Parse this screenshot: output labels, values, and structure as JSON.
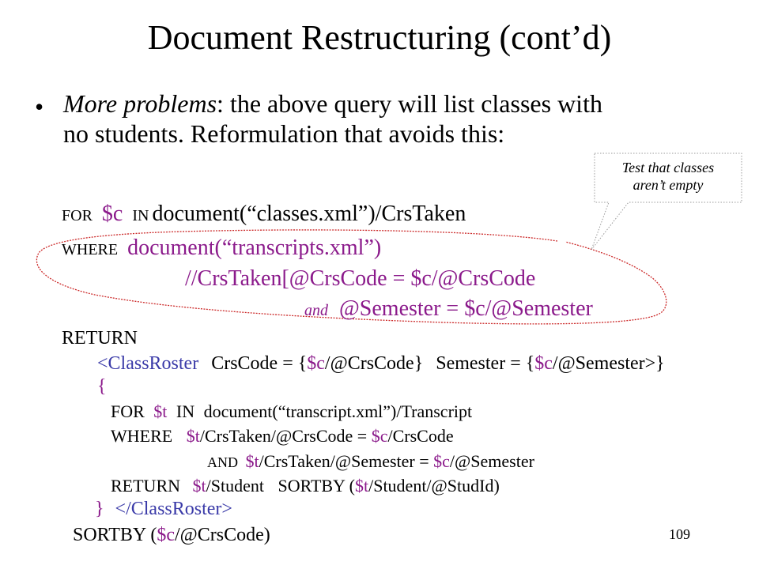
{
  "slide": {
    "title": "Document Restructuring (cont’d)",
    "bullet": {
      "marker": "•",
      "lead": "More problems",
      "rest1": ":  the above query will list classes with",
      "line2": "no students. Reformulation that avoids this:"
    },
    "callout": {
      "line1": "Test that classes",
      "line2": "aren’t empty"
    },
    "query": {
      "for_kw": "FOR",
      "for_var": "$c",
      "in_kw": "IN",
      "for_doc": "document(“classes.xml”)/CrsTaken",
      "where_kw": "WHERE",
      "where_doc": "document(“transcripts.xml”)",
      "where_path": "//CrsTaken[@CrsCode  =  $c/@CrsCode",
      "and_kw": "and",
      "and_expr": "@Semester  =  $c/@Semester",
      "return_kw": "RETURN",
      "roster_open_tag": "<ClassRoster",
      "attr1_name": "CrsCode = {",
      "attr1_var": "$c",
      "attr1_rest": "/@CrsCode}",
      "attr2_name": "Semester = {",
      "attr2_var": "$c",
      "attr2_rest": "/@Semester>}",
      "open_brace": "{",
      "inner_for_kw": "FOR",
      "inner_for_var": "$t",
      "inner_in_kw": "IN",
      "inner_doc": "document(“transcript.xml”)/Transcript",
      "inner_where_kw": "WHERE",
      "inner_where_var1": "$t",
      "inner_where_rest1": "/CrsTaken/@CrsCode = ",
      "inner_where_var2": "$c",
      "inner_where_rest2": "/CrsCode",
      "inner_and_kw": "AND",
      "inner_and_var1": "$t",
      "inner_and_rest1": "/CrsTaken/@Semester = ",
      "inner_and_var2": "$c",
      "inner_and_rest2": "/@Semester",
      "inner_return_kw": "RETURN",
      "inner_return_var": "$t",
      "inner_return_rest": "/Student",
      "inner_sortby": "SORTBY (",
      "inner_sortby_var": "$t",
      "inner_sortby_rest": "/Student/@StudId)",
      "close_brace": "}",
      "roster_close_tag": "</ClassRoster>",
      "outer_sortby": "SORTBY (",
      "outer_sortby_var": "$c",
      "outer_sortby_rest": "/@CrsCode)"
    },
    "page_number": "109"
  },
  "colors": {
    "variable": "#8b1a8b",
    "tag": "#3a3aa8",
    "highlight_outline": "#cc2a2a",
    "callout_border": "#999999"
  }
}
